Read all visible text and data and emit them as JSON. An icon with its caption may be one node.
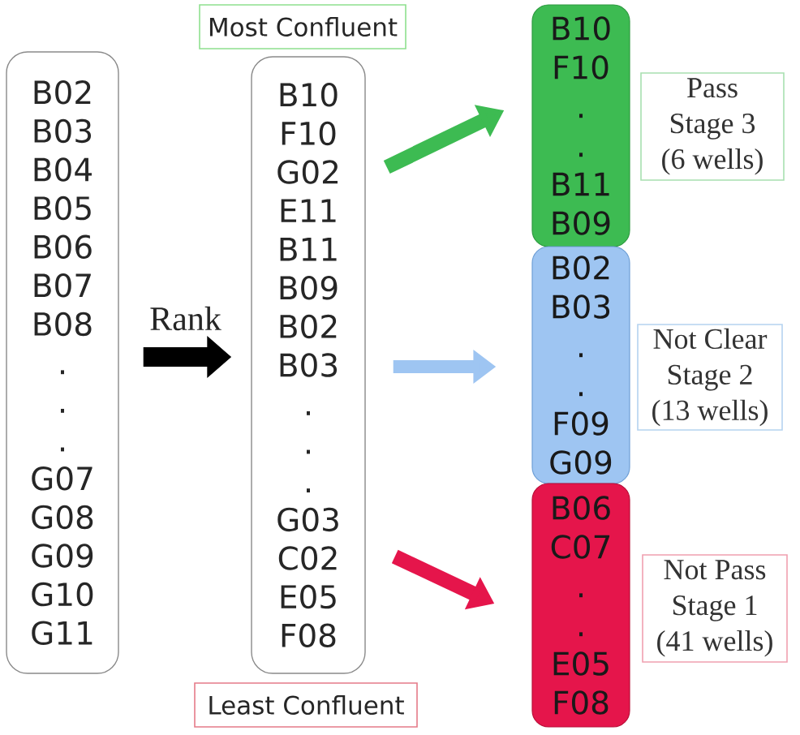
{
  "diagram": {
    "nodes": [
      {
        "text": [
          "B02",
          "B03",
          "B04",
          "B05",
          "B06",
          "B07",
          "B08",
          ".",
          ".",
          ".",
          "G07",
          "G08",
          "G09",
          "G10",
          "G11"
        ]
      },
      {
        "text": [
          "B10",
          "F10",
          "G02",
          "E11",
          "B11",
          "B09",
          "B02",
          "B03",
          ".",
          ".",
          ".",
          "G03",
          "C02",
          "E05",
          "F08"
        ]
      },
      {
        "text": [
          "Most Confluent"
        ]
      },
      {
        "text": [
          "Least Confluent"
        ]
      },
      {
        "text": [
          "B10",
          "F10",
          ".",
          ".",
          "B11",
          "B09"
        ]
      },
      {
        "text": [
          "B02",
          "B03",
          ".",
          ".",
          "F09",
          "G09"
        ]
      },
      {
        "text": [
          "B06",
          "C07",
          ".",
          ".",
          "E05",
          "F08"
        ]
      },
      {
        "text": [
          "Pass Stage 3 (6 wells)"
        ]
      },
      {
        "text": [
          "Not Clear Stage 2 (13 wells)"
        ]
      },
      {
        "text": [
          "Not Pass Stage 1 (41 wells)"
        ]
      }
    ],
    "edges": [
      {
        "from": 0,
        "to": 1,
        "arrow": "to",
        "label": "Rank"
      },
      {
        "from": 1,
        "to": 4,
        "arrow": "to",
        "color": "#3dbb52"
      },
      {
        "from": 1,
        "to": 5,
        "arrow": "to",
        "color": "#9ec5f2"
      },
      {
        "from": 1,
        "to": 6,
        "arrow": "to",
        "color": "#e5154b"
      }
    ]
  }
}
